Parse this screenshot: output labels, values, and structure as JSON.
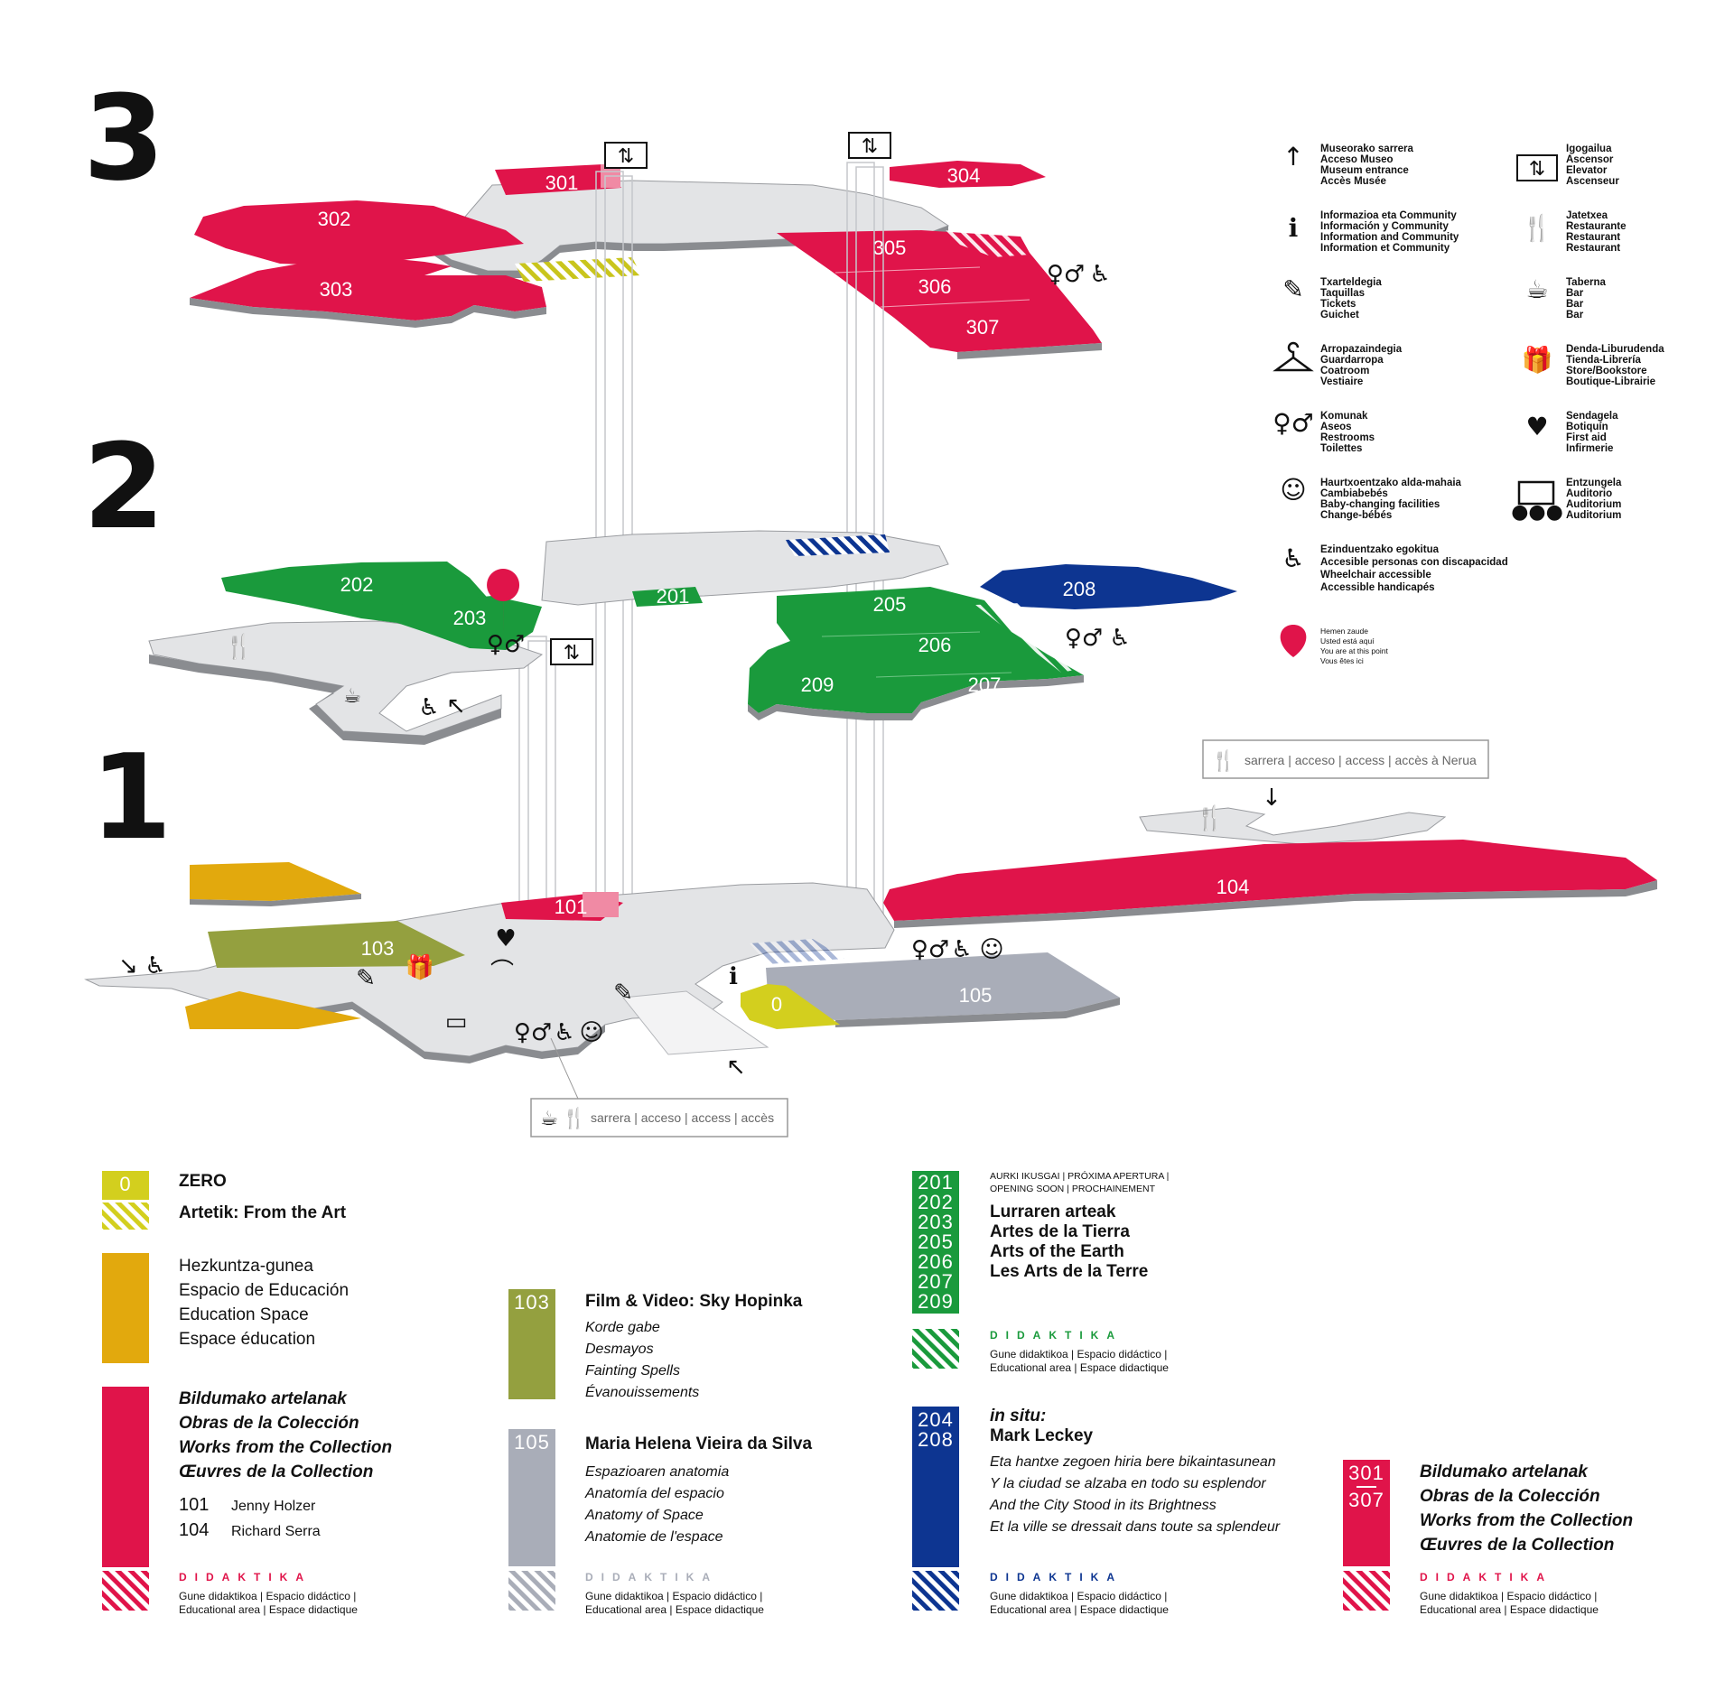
{
  "levels": [
    "3",
    "2",
    "1"
  ],
  "rooms": {
    "r301": "301",
    "r302": "302",
    "r303": "303",
    "r304": "304",
    "r305": "305",
    "r306": "306",
    "r307": "307",
    "r201": "201",
    "r202": "202",
    "r203": "203",
    "r205": "205",
    "r206": "206",
    "r207": "207",
    "r208": "208",
    "r209": "209",
    "r101": "101",
    "r103": "103",
    "r104": "104",
    "r105": "105",
    "r0": "0"
  },
  "access": {
    "nerua": "sarrera | acceso | access | accès à Nerua",
    "main": "sarrera | acceso | access | accès"
  },
  "colors": {
    "red": "#e0144a",
    "green": "#1a9a3c",
    "blue": "#0d3591",
    "olive": "#94a03f",
    "grey": "#a9adb8",
    "yellow": "#d3cf1e",
    "ochre": "#e2a90d",
    "floor": "#e3e4e6"
  },
  "icons": {
    "elevator": "elevator-icon",
    "restroom": "restroom-icon",
    "wheelchair": "wheelchair-icon",
    "restaurant": "restaurant-icon",
    "bar": "bar-cup-icon",
    "info": "info-icon",
    "tickets": "tickets-icon",
    "coatroom": "hanger-icon",
    "baby": "baby-changing-icon",
    "first_aid": "first-aid-heart-icon",
    "store": "store-gift-icon",
    "auditorium": "auditorium-screen-icon",
    "here": "you-are-here-marker-icon",
    "arrow": "arrow-icon"
  },
  "legend_services": [
    {
      "l1": "Museorako sarrera",
      "l2": "Acceso Museo",
      "l3": "Museum entrance",
      "l4": "Accès Musée"
    },
    {
      "l1": "Informazioa eta Community",
      "l2": "Información y Community",
      "l3": "Information and Community",
      "l4": "Information et Community"
    },
    {
      "l1": "Txarteldegia",
      "l2": "Taquillas",
      "l3": "Tickets",
      "l4": "Guichet"
    },
    {
      "l1": "Arropazaindegia",
      "l2": "Guardarropa",
      "l3": "Coatroom",
      "l4": "Vestiaire"
    },
    {
      "l1": "Komunak",
      "l2": "Aseos",
      "l3": "Restrooms",
      "l4": "Toilettes"
    },
    {
      "l1": "Haurtxoentzako alda-mahaia",
      "l2": "Cambiabebés",
      "l3": "Baby-changing facilities",
      "l4": "Change-bébés"
    },
    {
      "l1": "Ezinduentzako egokitua",
      "l2": "Accesible personas con discapacidad",
      "l3": "Wheelchair accessible",
      "l4": "Accessible handicapés"
    },
    {
      "l1": "Hemen zaude",
      "l2": "Usted está aquí",
      "l3": "You are at this point",
      "l4": "Vous êtes ici"
    },
    {
      "l1": "Igogailua",
      "l2": "Ascensor",
      "l3": "Elevator",
      "l4": "Ascenseur"
    },
    {
      "l1": "Jatetxea",
      "l2": "Restaurante",
      "l3": "Restaurant",
      "l4": "Restaurant"
    },
    {
      "l1": "Taberna",
      "l2": "Bar",
      "l3": "Bar",
      "l4": "Bar"
    },
    {
      "l1": "Denda-Liburudenda",
      "l2": "Tienda-Librería",
      "l3": "Store/Bookstore",
      "l4": "Boutique-Librairie"
    },
    {
      "l1": "Sendagela",
      "l2": "Botiquín",
      "l3": "First aid",
      "l4": "Infirmerie"
    },
    {
      "l1": "Entzungela",
      "l2": "Auditorio",
      "l3": "Auditorium",
      "l4": "Auditorium"
    }
  ],
  "legend_areas": {
    "zero": {
      "code": "0",
      "title": "ZERO",
      "subtitle": "Artetik: From the Art"
    },
    "education": {
      "l1": "Hezkuntza-gunea",
      "l2": "Espacio de Educación",
      "l3": "Education Space",
      "l4": "Espace éducation"
    },
    "collection1": {
      "l1": "Bildumako artelanak",
      "l2": "Obras de la Colección",
      "l3": "Works from the Collection",
      "l4": "Œuvres de la Collection",
      "n1": "101",
      "a1": "Jenny Holzer",
      "n2": "104",
      "a2": "Richard Serra"
    },
    "film": {
      "code": "103",
      "title": "Film & Video: Sky Hopinka",
      "l1": "Korde gabe",
      "l2": "Desmayos",
      "l3": "Fainting Spells",
      "l4": "Évanouissements"
    },
    "vieira": {
      "code": "105",
      "title": "Maria Helena Vieira da Silva",
      "l1": "Espazioaren anatomia",
      "l2": "Anatomía del espacio",
      "l3": "Anatomy of Space",
      "l4": "Anatomie de l'espace"
    },
    "earth": {
      "codes": [
        "201",
        "202",
        "203",
        "205",
        "206",
        "207",
        "209"
      ],
      "note1": "AURKI IKUSGAI | PRÓXIMA APERTURA |",
      "note2": "OPENING SOON | PROCHAINEMENT",
      "l1": "Lurraren arteak",
      "l2": "Artes de la Tierra",
      "l3": "Arts of the Earth",
      "l4": "Les Arts de la Terre"
    },
    "insitu": {
      "codes": [
        "204",
        "208"
      ],
      "l0": "in situ:",
      "title": "Mark Leckey",
      "l1": "Eta hantxe zegoen hiria bere bikaintasunean",
      "l2": "Y la ciudad se alzaba en todo su esplendor",
      "l3": "And the City Stood in its Brightness",
      "l4": "Et la ville se dressait dans toute sa splendeur"
    },
    "collection3": {
      "code_a": "301",
      "code_b": "307",
      "l1": "Bildumako artelanak",
      "l2": "Obras de la Colección",
      "l3": "Works from the Collection",
      "l4": "Œuvres de la Collection"
    },
    "didaktika": {
      "word": "DIDAKTIKA",
      "l1": "Gune didaktikoa | Espacio didáctico |",
      "l2": "Educational area | Espace didactique"
    }
  }
}
